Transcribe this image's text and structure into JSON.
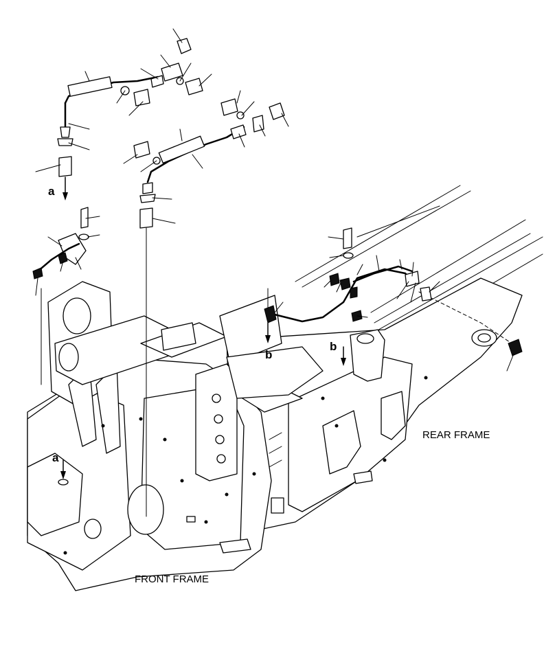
{
  "labels": {
    "front_frame": "FRONT FRAME",
    "rear_frame": "REAR FRAME",
    "ref_a": "a",
    "ref_b": "b"
  },
  "colors": {
    "ink": "#000000",
    "paper": "#ffffff"
  }
}
